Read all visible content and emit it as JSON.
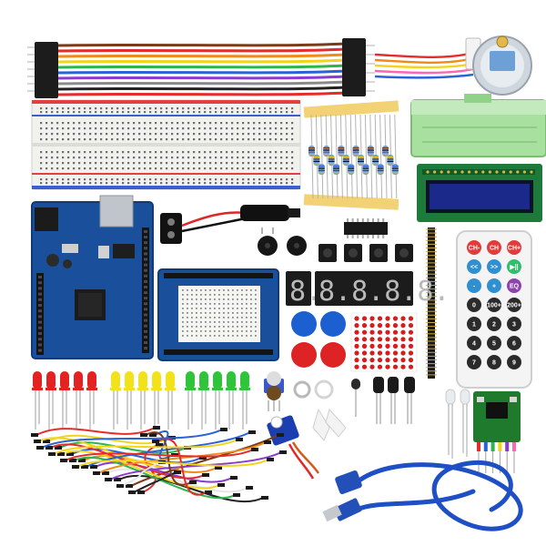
{
  "scene": "Electronics starter kit component layout",
  "lcd": {
    "line1": "",
    "line2": ""
  },
  "remote": {
    "rows": [
      [
        "CH-",
        "CH",
        "CH+"
      ],
      [
        "<<",
        ">>",
        "▶||"
      ],
      [
        "-",
        "+",
        "EQ"
      ],
      [
        "0",
        "100+",
        "200+"
      ],
      [
        "1",
        "2",
        "3"
      ],
      [
        "4",
        "5",
        "6"
      ],
      [
        "7",
        "8",
        "9"
      ]
    ]
  },
  "seven_segment": {
    "single": "8.",
    "quad": "8.8.8.8."
  },
  "led_colors": {
    "red": "#e32222",
    "yellow": "#f2e21b",
    "green": "#2fc43a"
  },
  "colors": {
    "board_blue": "#1a4f9c",
    "breadboard": "#f1f1ee",
    "lcd_screen": "#1b2a8a",
    "lcd_pcb": "#1e7a3a",
    "case_green": "#a8e0a0",
    "usb_cable": "#1f4fc4"
  }
}
